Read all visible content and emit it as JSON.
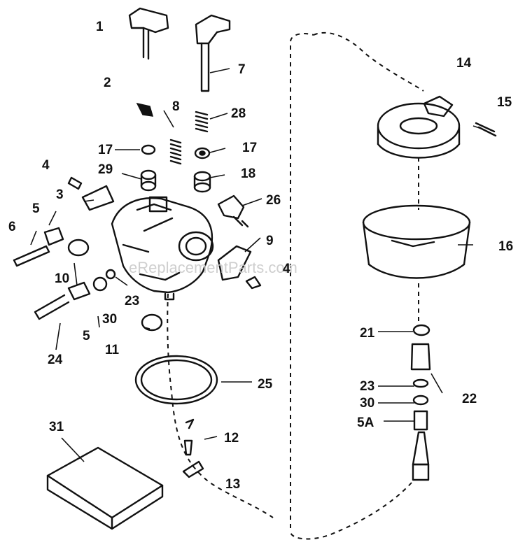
{
  "watermark": "eReplacementParts.com",
  "callouts": [
    {
      "id": "c1",
      "text": "1"
    },
    {
      "id": "c2",
      "text": "2"
    },
    {
      "id": "c3",
      "text": "3"
    },
    {
      "id": "c4a",
      "text": "4"
    },
    {
      "id": "c4b",
      "text": "4"
    },
    {
      "id": "c5a",
      "text": "5"
    },
    {
      "id": "c5b",
      "text": "5"
    },
    {
      "id": "c5A",
      "text": "5A"
    },
    {
      "id": "c6",
      "text": "6"
    },
    {
      "id": "c7",
      "text": "7"
    },
    {
      "id": "c8",
      "text": "8"
    },
    {
      "id": "c9",
      "text": "9"
    },
    {
      "id": "c10",
      "text": "10"
    },
    {
      "id": "c11",
      "text": "11"
    },
    {
      "id": "c12",
      "text": "12"
    },
    {
      "id": "c13",
      "text": "13"
    },
    {
      "id": "c14",
      "text": "14"
    },
    {
      "id": "c15",
      "text": "15"
    },
    {
      "id": "c16",
      "text": "16"
    },
    {
      "id": "c17a",
      "text": "17"
    },
    {
      "id": "c17b",
      "text": "17"
    },
    {
      "id": "c18",
      "text": "18"
    },
    {
      "id": "c21",
      "text": "21"
    },
    {
      "id": "c22",
      "text": "22"
    },
    {
      "id": "c23a",
      "text": "23"
    },
    {
      "id": "c23b",
      "text": "23"
    },
    {
      "id": "c24",
      "text": "24"
    },
    {
      "id": "c25",
      "text": "25"
    },
    {
      "id": "c26",
      "text": "26"
    },
    {
      "id": "c28",
      "text": "28"
    },
    {
      "id": "c29",
      "text": "29"
    },
    {
      "id": "c30a",
      "text": "30"
    },
    {
      "id": "c30b",
      "text": "30"
    },
    {
      "id": "c31",
      "text": "31"
    }
  ]
}
